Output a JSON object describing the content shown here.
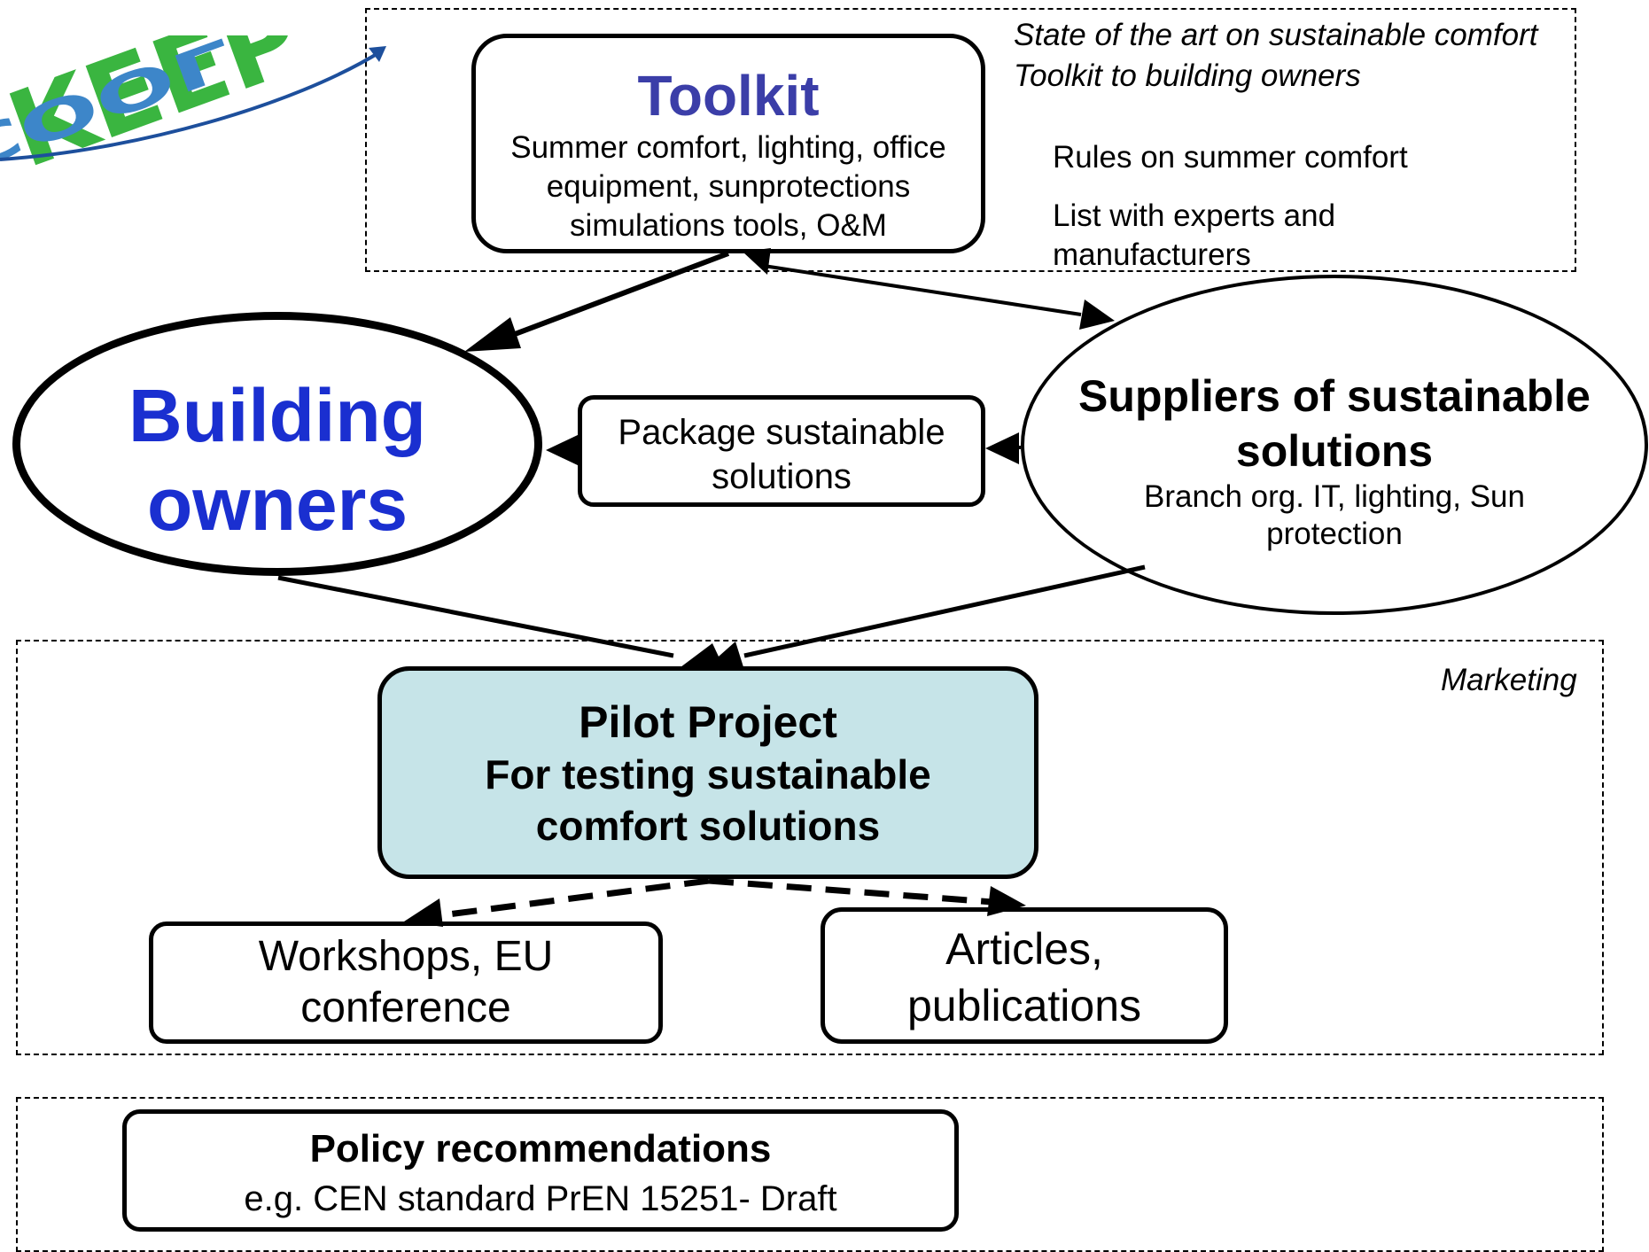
{
  "logo": {
    "line1": "KEEP",
    "line2": "COOL"
  },
  "toolkit_region": {
    "notes": [
      "State of the art on sustainable comfort",
      "Toolkit to building owners"
    ],
    "items": [
      "Rules on summer comfort",
      "List with experts and",
      "manufacturers"
    ]
  },
  "toolkit": {
    "title": "Toolkit",
    "lines": [
      "Summer comfort, lighting, office",
      "equipment, sunprotections",
      "simulations tools, O&M"
    ]
  },
  "building_owners": {
    "line1": "Building",
    "line2": "owners"
  },
  "package": {
    "line1": "Package sustainable",
    "line2": "solutions"
  },
  "suppliers": {
    "title_line1": "Suppliers of sustainable",
    "title_line2": "solutions",
    "sub_line1": "Branch org. IT, lighting, Sun",
    "sub_line2": "protection"
  },
  "marketing_region": {
    "label": "Marketing"
  },
  "pilot": {
    "line1": "Pilot Project",
    "line2": "For testing sustainable",
    "line3": "comfort solutions"
  },
  "workshops": {
    "line1": "Workshops, EU",
    "line2": "conference"
  },
  "articles": {
    "line1": "Articles,",
    "line2": "publications"
  },
  "policy": {
    "title": "Policy recommendations",
    "sub": "e.g. CEN standard PrEN 15251- Draft"
  },
  "colors": {
    "toolkit_title": "#3b3ea8",
    "building_owners": "#1a2fd0",
    "pilot_fill": "#c6e4e8",
    "logo_green": "#3ab540",
    "logo_blue": "#3d86c9",
    "logo_arrow": "#1d4f9c"
  }
}
